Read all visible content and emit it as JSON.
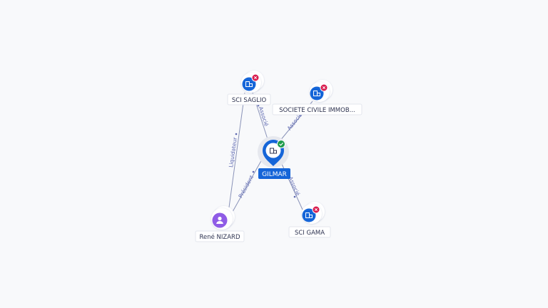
{
  "colors": {
    "company": "#1565d8",
    "person": "#8f5ce6",
    "closed_badge": "#d81e4f",
    "active_badge": "#1e9b4a",
    "edge": "#8a93b8",
    "edge_label": "#5b66b0"
  },
  "nodes": {
    "saglio": {
      "label": "SCI SAGLIO",
      "icon": "building-icon",
      "badge": "closed-icon"
    },
    "societe": {
      "label": "SOCIETE CIVILE IMMOB...",
      "icon": "building-icon",
      "badge": "closed-icon"
    },
    "gilmar": {
      "label": "GILMAR",
      "icon": "building-icon",
      "badge": "check-icon"
    },
    "rene": {
      "label": "René NIZARD",
      "icon": "person-icon"
    },
    "gama": {
      "label": "SCI GAMA",
      "icon": "building-icon",
      "badge": "closed-icon"
    }
  },
  "edges": {
    "liquidateur": "Liquidateur",
    "president": "Président",
    "associe_saglio": "Associé",
    "associe_societe": "Associé",
    "associe_gama": "Associé"
  }
}
